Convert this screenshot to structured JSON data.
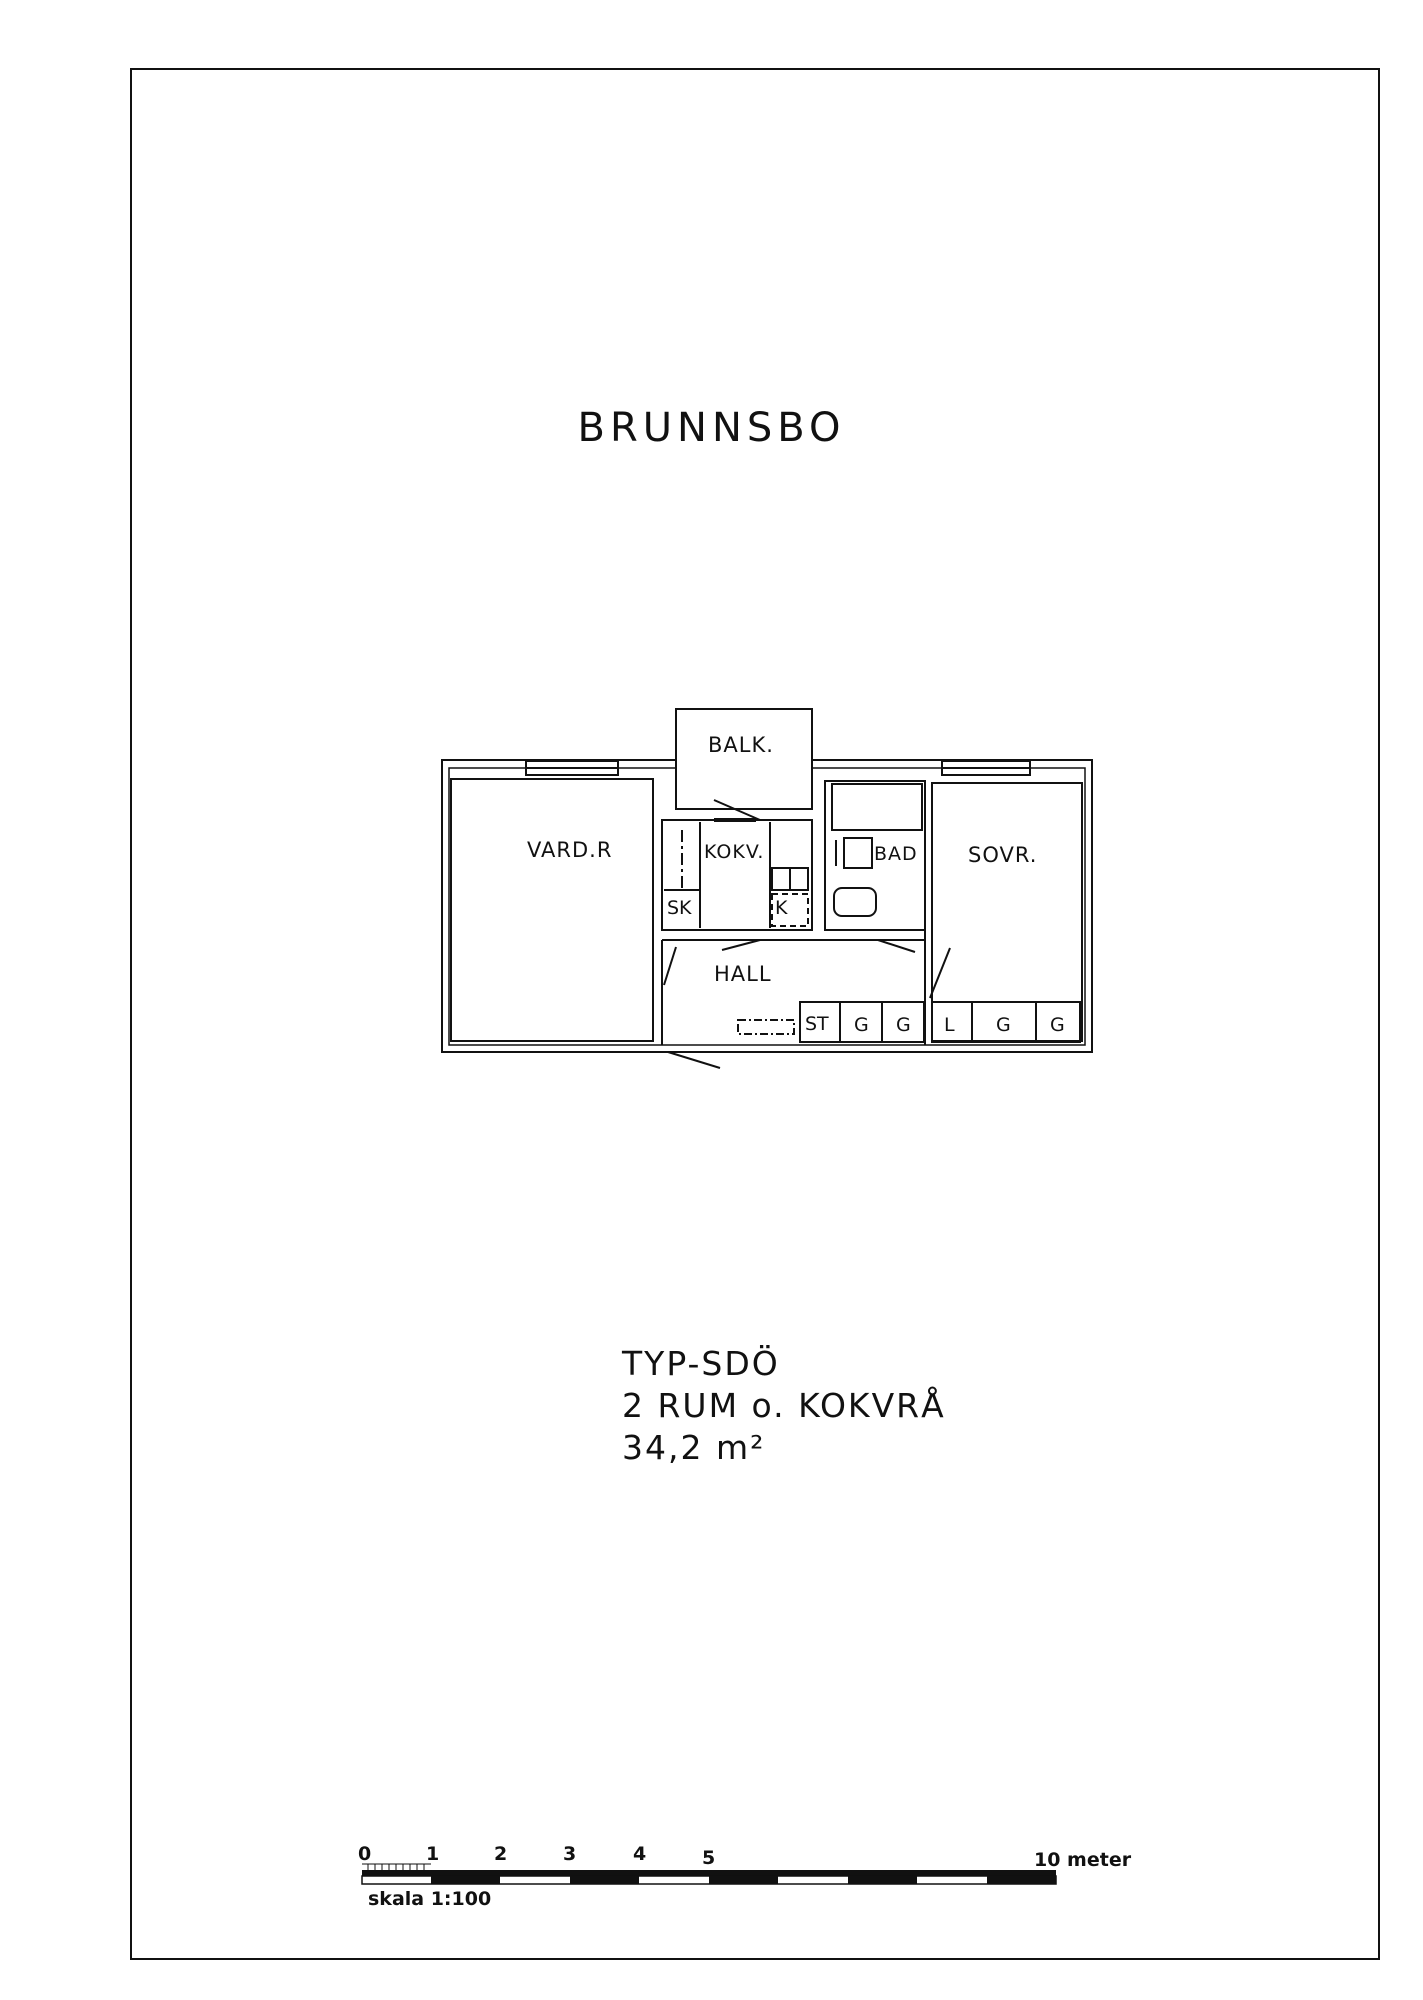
{
  "title": "BRUNNSBO",
  "rooms": {
    "balcony": "BALK.",
    "living": "VARD.R",
    "kitchen": "KOKV.",
    "closet": "SK",
    "fridge": "K",
    "bath": "BAD",
    "bedroom": "SOVR.",
    "hall": "HALL"
  },
  "storage_cells": [
    "ST",
    "G",
    "G",
    "L",
    "G",
    "G"
  ],
  "info": {
    "type": "TYP-SDÖ",
    "rooms": "2 RUM o. KOKVRÅ",
    "area": "34,2 m²"
  },
  "scale_bar": {
    "ticks": [
      "0",
      "1",
      "2",
      "3",
      "4",
      "5"
    ],
    "end_label": "10 meter",
    "caption": "skala 1:100"
  }
}
